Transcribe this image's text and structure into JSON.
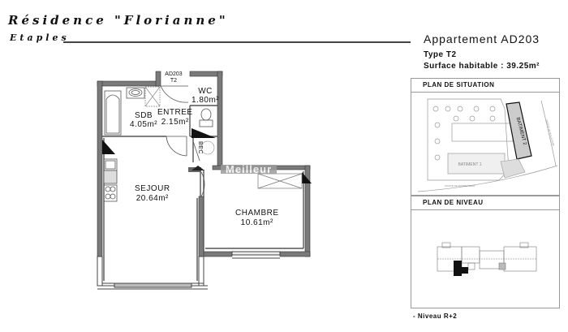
{
  "header": {
    "residence_title": "Résidence \"Florianne\"",
    "city": "Etaples"
  },
  "apartment": {
    "title": "Appartement AD203",
    "type": "Type T2",
    "surface": "Surface habitable : 39.25m²"
  },
  "floor_plan": {
    "unit_tag": "AD203",
    "unit_type_tag": "T2",
    "rooms": [
      {
        "name": "SDB",
        "area": "4.05m²"
      },
      {
        "name": "ENTREE",
        "area": "2.15m²"
      },
      {
        "name": "WC",
        "area": "1.80m²"
      },
      {
        "name": "SEJOUR",
        "area": "20.64m²"
      },
      {
        "name": "CHAMBRE",
        "area": "10.61m²"
      }
    ],
    "closet_label": "BEC",
    "watermark": "Meilleur"
  },
  "panels": {
    "situation": {
      "title": "PLAN DE SITUATION",
      "building_1": "BATIMENT 1",
      "building_2": "BATIMENT 2",
      "road_bottom": "ROUTE DE FROMENSENT",
      "road_right": "ROUTE DE BOULOGNE"
    },
    "niveau": {
      "title": "PLAN DE NIVEAU",
      "level_label": "- Niveau  R+2"
    }
  },
  "colors": {
    "wall": "#7a7a7a",
    "wall_dark": "#3a3a3a",
    "line": "#555555",
    "panel_border": "#9a9a9a"
  }
}
